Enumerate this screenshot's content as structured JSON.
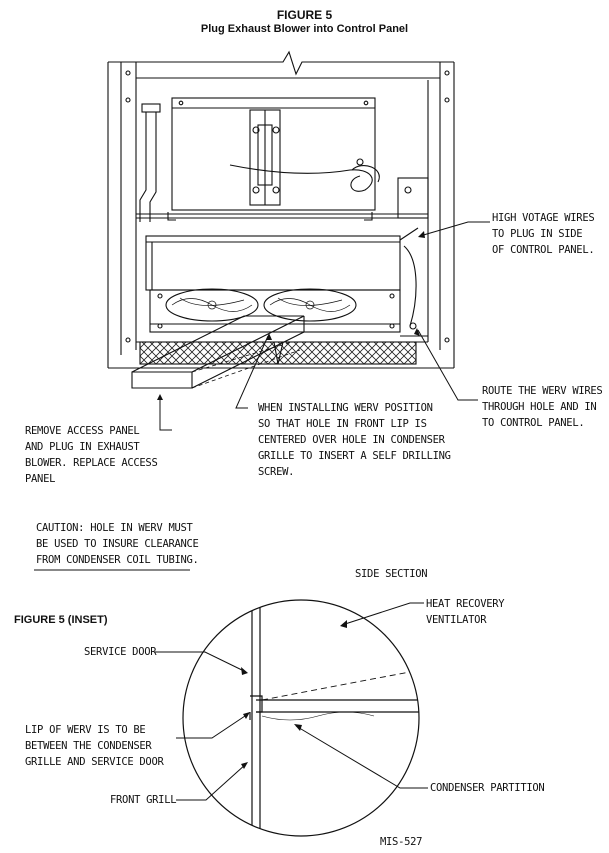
{
  "title": "FIGURE 5",
  "subtitle": "Plug Exhaust Blower into Control Panel",
  "callouts": {
    "high_voltage": "HIGH VOTAGE WIRES\nTO PLUG IN SIDE\nOF CONTROL PANEL.",
    "route_wires": "ROUTE THE WERV WIRES\nTHROUGH HOLE AND IN\nTO CONTROL PANEL.",
    "remove_panel": "REMOVE ACCESS PANEL\nAND PLUG IN EXHAUST\nBLOWER. REPLACE ACCESS\nPANEL",
    "installing": "WHEN INSTALLING WERV POSITION\nSO THAT HOLE IN FRONT LIP IS\nCENTERED OVER HOLE IN CONDENSER\nGRILLE TO INSERT A SELF DRILLING\nSCREW.",
    "caution": "CAUTION: HOLE IN WERV MUST\nBE USED TO INSURE CLEARANCE\nFROM CONDENSER COIL TUBING."
  },
  "inset": {
    "title": "FIGURE 5 (INSET)",
    "side_section": "SIDE SECTION",
    "heat_recovery": "HEAT RECOVERY\nVENTILATOR",
    "service_door": "SERVICE DOOR",
    "lip": "LIP OF WERV IS TO BE\nBETWEEN THE CONDENSER\nGRILLE AND SERVICE DOOR",
    "front_grill": "FRONT GRILL",
    "condenser_partition": "CONDENSER PARTITION"
  },
  "drawing_number": "MIS-527"
}
